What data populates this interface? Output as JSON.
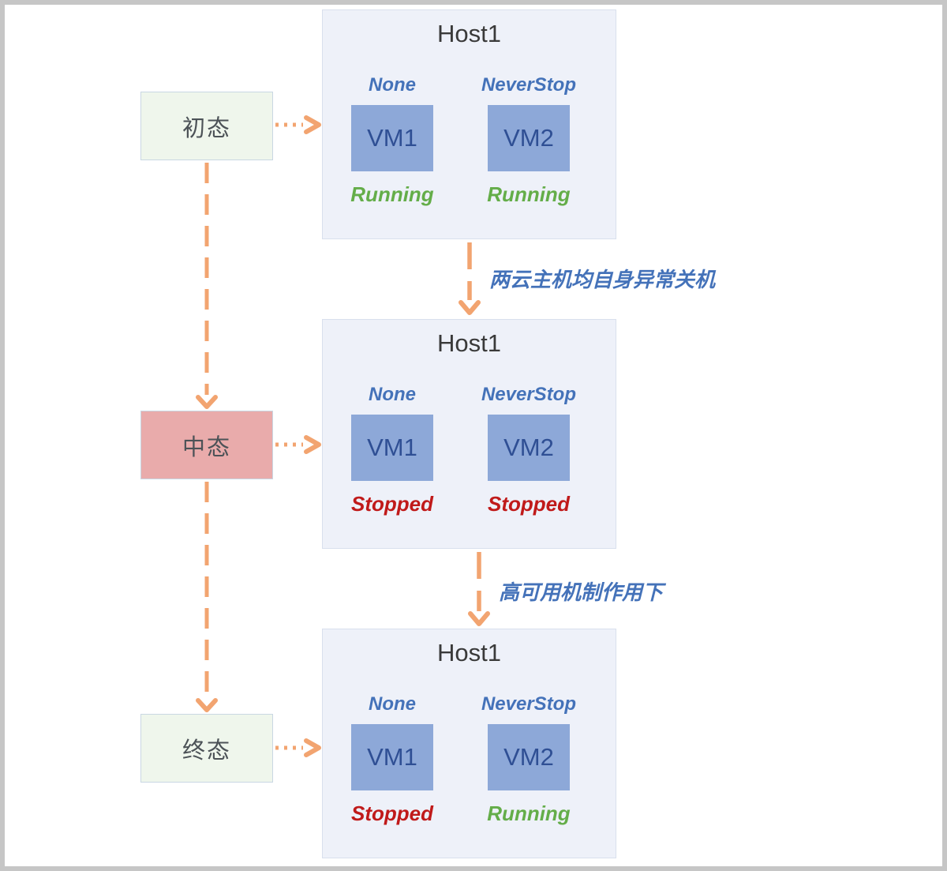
{
  "diagram": {
    "states": [
      {
        "label": "初态"
      },
      {
        "label": "中态"
      },
      {
        "label": "终态"
      }
    ],
    "hosts": [
      {
        "title": "Host1",
        "vms": [
          {
            "policy": "None",
            "name": "VM1",
            "status": "Running"
          },
          {
            "policy": "NeverStop",
            "name": "VM2",
            "status": "Running"
          }
        ]
      },
      {
        "title": "Host1",
        "vms": [
          {
            "policy": "None",
            "name": "VM1",
            "status": "Stopped"
          },
          {
            "policy": "NeverStop",
            "name": "VM2",
            "status": "Stopped"
          }
        ]
      },
      {
        "title": "Host1",
        "vms": [
          {
            "policy": "None",
            "name": "VM1",
            "status": "Stopped"
          },
          {
            "policy": "NeverStop",
            "name": "VM2",
            "status": "Running"
          }
        ]
      }
    ],
    "transitions": [
      {
        "label": "两云主机均自身异常关机"
      },
      {
        "label": "高可用机制作用下"
      }
    ]
  },
  "colors": {
    "frame-border": "#c6c6c6",
    "arrow-orange": "#f2a470",
    "state-green-bg": "#eff6ec",
    "state-pink-bg": "#e9abab",
    "state-border": "#c9d7e3",
    "state-text": "#4c5257",
    "host-bg": "#eef1f9",
    "host-border": "#d9e0ed",
    "host-title": "#3a3a3a",
    "vm-bg": "#8da8d8",
    "vm-text": "#2f4f94",
    "policy-blue": "#4472b9",
    "running-green": "#64ad49",
    "stopped-red": "#c01a1a"
  }
}
